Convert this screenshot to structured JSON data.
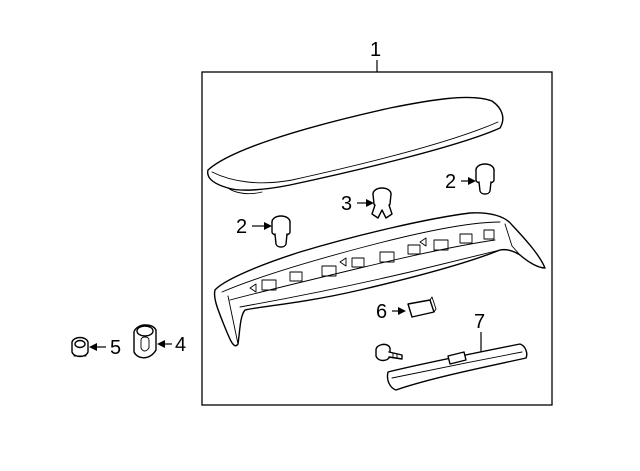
{
  "diagram": {
    "callouts": {
      "c1": "1",
      "c2a": "2",
      "c2b": "2",
      "c3": "3",
      "c4": "4",
      "c5": "5",
      "c6": "6",
      "c7": "7"
    }
  }
}
